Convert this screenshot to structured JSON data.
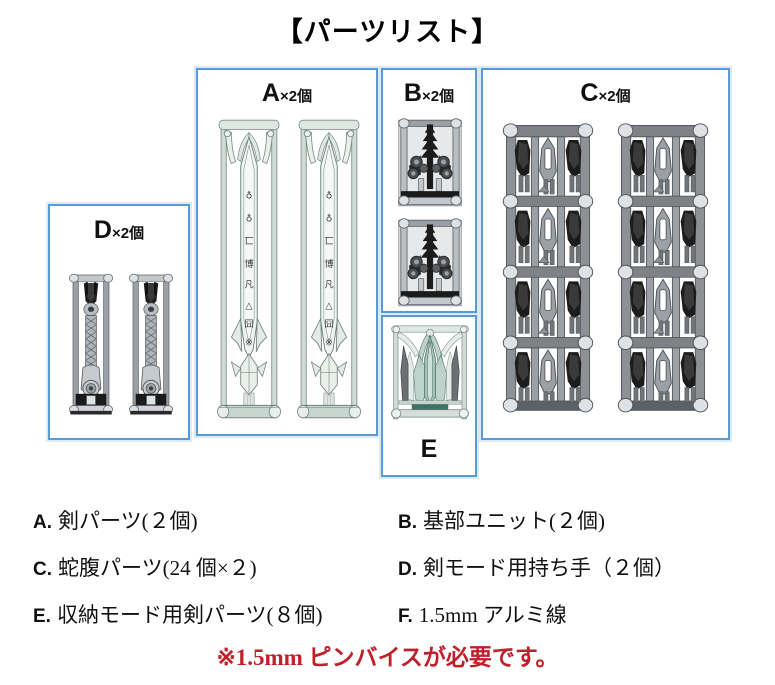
{
  "title": "【パーツリスト】",
  "groups": [
    {
      "id": "D",
      "letter": "D",
      "qty": "×2個",
      "label": "D×2個",
      "count": 2,
      "part_kind": "handle-sprue"
    },
    {
      "id": "A",
      "letter": "A",
      "qty": "×2個",
      "label": "A×2個",
      "count": 2,
      "part_kind": "sword-blade-sprue"
    },
    {
      "id": "B",
      "letter": "B",
      "qty": "×2個",
      "label": "B×2個",
      "count": 2,
      "part_kind": "base-unit-sprue"
    },
    {
      "id": "C",
      "letter": "C",
      "qty": "×2個",
      "label": "C×2個",
      "count": 2,
      "part_kind": "segment-sprue"
    },
    {
      "id": "E",
      "letter": "E",
      "qty": "",
      "label": "E",
      "count": 1,
      "part_kind": "storage-mode-sword-sprue"
    }
  ],
  "legend": [
    {
      "key": "A.",
      "text": "剣パーツ(２個)"
    },
    {
      "key": "B.",
      "text": "基部ユニット(２個)"
    },
    {
      "key": "C.",
      "text": "蛇腹パーツ(24 個×２)"
    },
    {
      "key": "D.",
      "text": "剣モード用持ち手（２個）"
    },
    {
      "key": "E.",
      "text": "収納モード用剣パーツ(８個)"
    },
    {
      "key": "F.",
      "text": "1.5mm アルミ線"
    }
  ],
  "note": "※1.5mm ピンバイスが必要です。",
  "colors": {
    "box_border": "#5b9bd5",
    "box_glow": "#dbeaf7",
    "note_red": "#c0202a",
    "text_black": "#111111",
    "sprue_gray": "#8d9196",
    "sprue_dark": "#2b2b2b",
    "blade_green": "#cfdbd4",
    "blade_teal": "#2e6f62"
  },
  "runes": [
    "♁",
    "♁",
    "匸",
    "匚",
    "凡",
    "△",
    "囗",
    "※"
  ]
}
